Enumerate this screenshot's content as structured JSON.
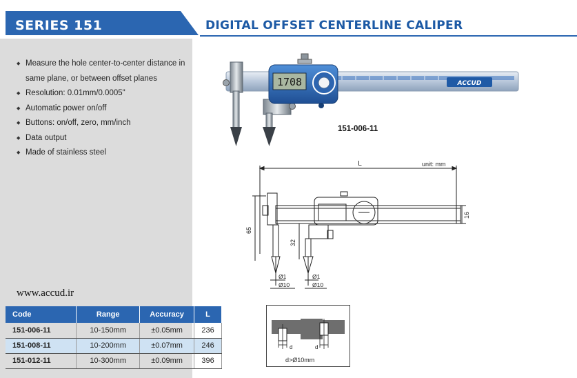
{
  "header": {
    "series": "SERIES 151",
    "title": "DIGITAL OFFSET CENTERLINE CALIPER",
    "brand_color": "#2b66b1"
  },
  "features": [
    "Measure the hole center-to-center distance in same plane, or between offset planes",
    "Resolution: 0.01mm/0.0005\"",
    "Automatic power on/off",
    "Buttons: on/off, zero, mm/inch",
    "Data output",
    "Made of stainless steel"
  ],
  "website": "www.accud.ir",
  "table": {
    "headers": [
      "Code",
      "Range",
      "Accuracy",
      "L"
    ],
    "rows": [
      [
        "151-006-11",
        "10-150mm",
        "±0.05mm",
        "236"
      ],
      [
        "151-008-11",
        "10-200mm",
        "±0.07mm",
        "246"
      ],
      [
        "151-012-11",
        "10-300mm",
        "±0.09mm",
        "396"
      ]
    ]
  },
  "photo": {
    "display_value": "1708",
    "brand": "ACCUD",
    "model_code": "151-006-11"
  },
  "drawing": {
    "unit": "unit: mm",
    "dim_L": "L",
    "dim_65": "65",
    "dim_32": "32",
    "dim_16": "16",
    "dia1": "Ø1",
    "dia10": "Ø10"
  },
  "detail": {
    "d": "d",
    "caption": "d>Ø10mm"
  }
}
